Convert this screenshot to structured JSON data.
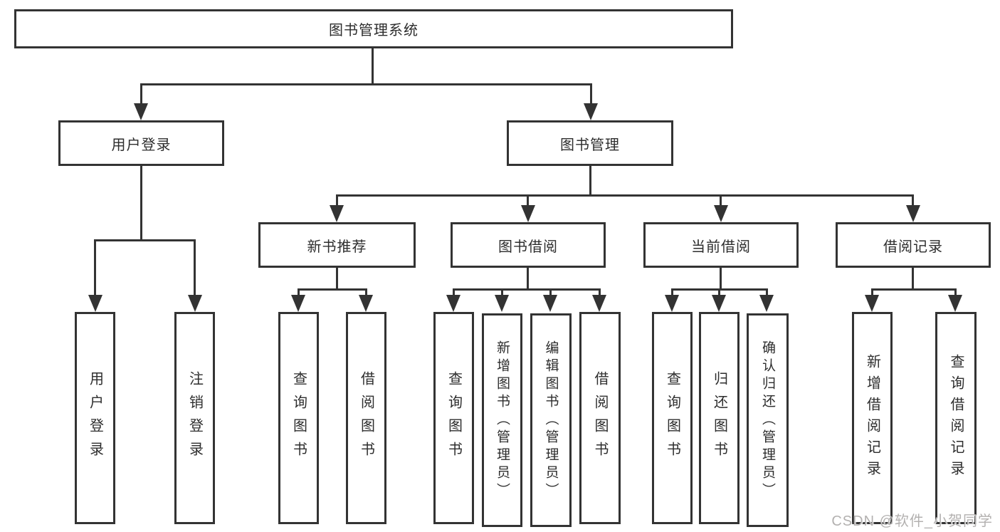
{
  "diagram": {
    "title": "图书管理系统",
    "root": {
      "label": "图书管理系统"
    },
    "level1": [
      {
        "label": "用户登录"
      },
      {
        "label": "图书管理"
      }
    ],
    "level2": [
      {
        "label": "新书推荐",
        "parent": "图书管理"
      },
      {
        "label": "图书借阅",
        "parent": "图书管理"
      },
      {
        "label": "当前借阅",
        "parent": "图书管理"
      },
      {
        "label": "借阅记录",
        "parent": "图书管理"
      }
    ],
    "leaves": [
      {
        "label": "用户登录",
        "parent": "用户登录"
      },
      {
        "label": "注销登录",
        "parent": "用户登录"
      },
      {
        "label": "查询图书",
        "parent": "新书推荐"
      },
      {
        "label": "借阅图书",
        "parent": "新书推荐"
      },
      {
        "label": "查询图书",
        "parent": "图书借阅"
      },
      {
        "label": "新增图书（管理员）",
        "parent": "图书借阅"
      },
      {
        "label": "编辑图书（管理员）",
        "parent": "图书借阅"
      },
      {
        "label": "借阅图书",
        "parent": "图书借阅"
      },
      {
        "label": "查询图书",
        "parent": "当前借阅"
      },
      {
        "label": "归还图书",
        "parent": "当前借阅"
      },
      {
        "label": "确认归还（管理员）",
        "parent": "当前借阅"
      },
      {
        "label": "新增借阅记录",
        "parent": "借阅记录"
      },
      {
        "label": "查询借阅记录",
        "parent": "借阅记录"
      }
    ]
  },
  "watermark": {
    "text": "CSDN @软件_小贺同学"
  },
  "colors": {
    "line": "#333333",
    "text": "#2d2d2d",
    "watermark": "#b3b1b0",
    "background": "#ffffff"
  }
}
